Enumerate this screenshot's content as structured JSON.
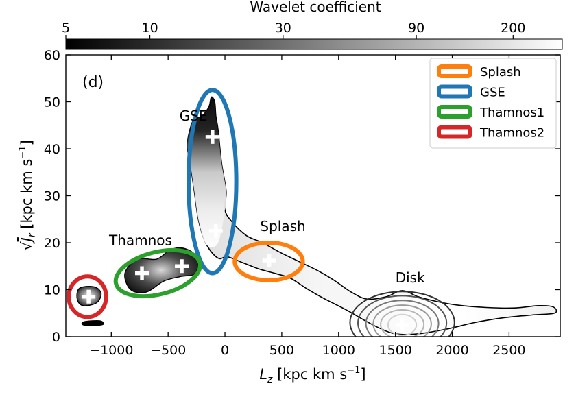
{
  "chart_data": {
    "type": "heatmap",
    "panel_label": "(d)",
    "xlabel": "L_z [kpc km s^-1]",
    "ylabel": "sqrt(J_r) [kpc km s^-1]",
    "xlim": [
      -1400,
      2950
    ],
    "ylim": [
      0,
      60
    ],
    "xticks": [
      -1000,
      -500,
      0,
      500,
      1000,
      1500,
      2000,
      2500
    ],
    "xtick_labels": [
      "−1000",
      "−500",
      "0",
      "500",
      "1000",
      "1500",
      "2000",
      "2500"
    ],
    "yticks": [
      0,
      10,
      20,
      30,
      40,
      50,
      60
    ],
    "ytick_labels": [
      "0",
      "10",
      "20",
      "30",
      "40",
      "50",
      "60"
    ],
    "colorbar": {
      "label": "Wavelet coefficient",
      "scale": "log",
      "range": [
        5,
        300
      ],
      "ticks": [
        5,
        10,
        30,
        90,
        200
      ],
      "tick_labels": [
        "5",
        "10",
        "30",
        "90",
        "200"
      ],
      "colormap": "gray"
    },
    "legend": {
      "position": "top-right",
      "entries": [
        {
          "name": "Splash",
          "color": "#ff7f0e"
        },
        {
          "name": "GSE",
          "color": "#1f77b4"
        },
        {
          "name": "Thamnos1",
          "color": "#2ca02c"
        },
        {
          "name": "Thamnos2",
          "color": "#d62728"
        }
      ]
    },
    "annotations": [
      {
        "text": "GSE",
        "x": -400,
        "y": 46
      },
      {
        "text": "Thamnos",
        "x": -1020,
        "y": 19.5
      },
      {
        "text": "Splash",
        "x": 310,
        "y": 22.5
      },
      {
        "text": "Disk",
        "x": 1500,
        "y": 11.5
      }
    ],
    "peaks": [
      {
        "x": -110,
        "y": 42.5
      },
      {
        "x": -80,
        "y": 22.5
      },
      {
        "x": -1200,
        "y": 8.5
      },
      {
        "x": -730,
        "y": 13.5
      },
      {
        "x": -380,
        "y": 15
      },
      {
        "x": 390,
        "y": 16.2
      },
      {
        "x": 1560,
        "y": 2.5
      }
    ],
    "selection_ellipses": [
      {
        "name": "Splash",
        "color": "#ff7f0e",
        "cx": 385,
        "cy": 16,
        "rx": 300,
        "ry": 4
      },
      {
        "name": "GSE",
        "color": "#1f77b4",
        "cx": -110,
        "cy": 33,
        "rx": 210,
        "ry": 19.5
      },
      {
        "name": "Thamnos1",
        "color": "#2ca02c",
        "cx": -590,
        "cy": 13.5,
        "rx": 380,
        "ry": 4.5,
        "angle_deg": 14
      },
      {
        "name": "Thamnos2",
        "color": "#d62728",
        "cx": -1210,
        "cy": 8.5,
        "rx": 165,
        "ry": 4.3
      }
    ],
    "disk_contours": [
      {
        "cx": 1560,
        "cy": 3.0,
        "rx": 460,
        "ry": 6.6
      },
      {
        "cx": 1560,
        "cy": 2.9,
        "rx": 390,
        "ry": 5.8
      },
      {
        "cx": 1560,
        "cy": 2.8,
        "rx": 320,
        "ry": 4.9
      },
      {
        "cx": 1560,
        "cy": 2.7,
        "rx": 255,
        "ry": 4.0
      },
      {
        "cx": 1560,
        "cy": 2.6,
        "rx": 190,
        "ry": 3.1
      },
      {
        "cx": 1560,
        "cy": 2.5,
        "rx": 125,
        "ry": 2.2
      }
    ],
    "density_outline": [
      [
        -140,
        49
      ],
      [
        -120,
        51
      ],
      [
        -90,
        50
      ],
      [
        -80,
        47
      ],
      [
        -60,
        44
      ],
      [
        -30,
        37
      ],
      [
        10,
        31
      ],
      [
        0,
        27
      ],
      [
        60,
        24.5
      ],
      [
        190,
        21.5
      ],
      [
        330,
        20
      ],
      [
        480,
        18
      ],
      [
        650,
        16
      ],
      [
        820,
        14
      ],
      [
        960,
        12
      ],
      [
        1110,
        9.5
      ],
      [
        1250,
        8
      ],
      [
        1420,
        8.5
      ],
      [
        1560,
        9.8
      ],
      [
        1700,
        8.5
      ],
      [
        1860,
        7.5
      ],
      [
        2050,
        6.7
      ],
      [
        2300,
        6.2
      ],
      [
        2550,
        6.1
      ],
      [
        2760,
        6.6
      ],
      [
        2890,
        6.3
      ],
      [
        2900,
        5.0
      ],
      [
        2700,
        4.6
      ],
      [
        2450,
        4.0
      ],
      [
        2200,
        3.0
      ],
      [
        1950,
        1.6
      ],
      [
        1700,
        0.6
      ],
      [
        1500,
        0.6
      ],
      [
        1360,
        1.8
      ],
      [
        1240,
        3.3
      ],
      [
        1060,
        5.8
      ],
      [
        880,
        8.0
      ],
      [
        720,
        10.2
      ],
      [
        580,
        12.4
      ],
      [
        450,
        13.4
      ],
      [
        300,
        14.4
      ],
      [
        150,
        15.8
      ],
      [
        20,
        17.0
      ],
      [
        -60,
        16.7
      ],
      [
        -160,
        19.5
      ],
      [
        -230,
        24.5
      ],
      [
        -270,
        31
      ],
      [
        -300,
        36
      ],
      [
        -330,
        41
      ],
      [
        -280,
        46
      ],
      [
        -200,
        47
      ]
    ],
    "thamnos_outline": [
      [
        -880,
        13.5
      ],
      [
        -770,
        16.5
      ],
      [
        -600,
        16.5
      ],
      [
        -480,
        18.5
      ],
      [
        -360,
        18.8
      ],
      [
        -250,
        17.0
      ],
      [
        -260,
        13.5
      ],
      [
        -390,
        12.8
      ],
      [
        -540,
        11.8
      ],
      [
        -690,
        9.5
      ],
      [
        -830,
        10.0
      ]
    ],
    "thamnos2_outline": [
      [
        -1280,
        10.3
      ],
      [
        -1150,
        10.6
      ],
      [
        -1090,
        9.2
      ],
      [
        -1130,
        7.2
      ],
      [
        -1250,
        6.6
      ],
      [
        -1300,
        8.0
      ]
    ],
    "blob_small": [
      [
        -1240,
        3.2
      ],
      [
        -1100,
        3.4
      ],
      [
        -1070,
        2.6
      ],
      [
        -1160,
        2.3
      ],
      [
        -1250,
        2.5
      ]
    ]
  }
}
